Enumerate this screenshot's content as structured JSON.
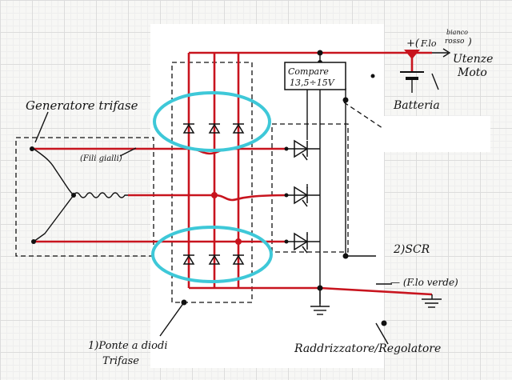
{
  "labels": {
    "generator": "Generatore trifase",
    "yellow_wires": "(Fili gialli)",
    "plus_white_red_prefix": "+(",
    "wire_abbr": "F.lo",
    "white": "bianco",
    "red": "rosso",
    "close_paren": ")",
    "loads_line1": "Utenze",
    "loads_line2": "Moto",
    "battery": "Batteria",
    "compare_line1": "Compare",
    "compare_line2": "13,5÷15V",
    "scr": "2)SCR",
    "green_wire": "— (F.lo verde)",
    "bridge_line1": "1)Ponte a diodi",
    "bridge_line2": "Trifase",
    "rectifier_regulator": "Raddrizzatore/Regolatore"
  },
  "colors": {
    "wire_red": "#c8141e",
    "ink": "#111111",
    "highlight": "#3ec8d8",
    "paper": "#f7f7f5"
  }
}
